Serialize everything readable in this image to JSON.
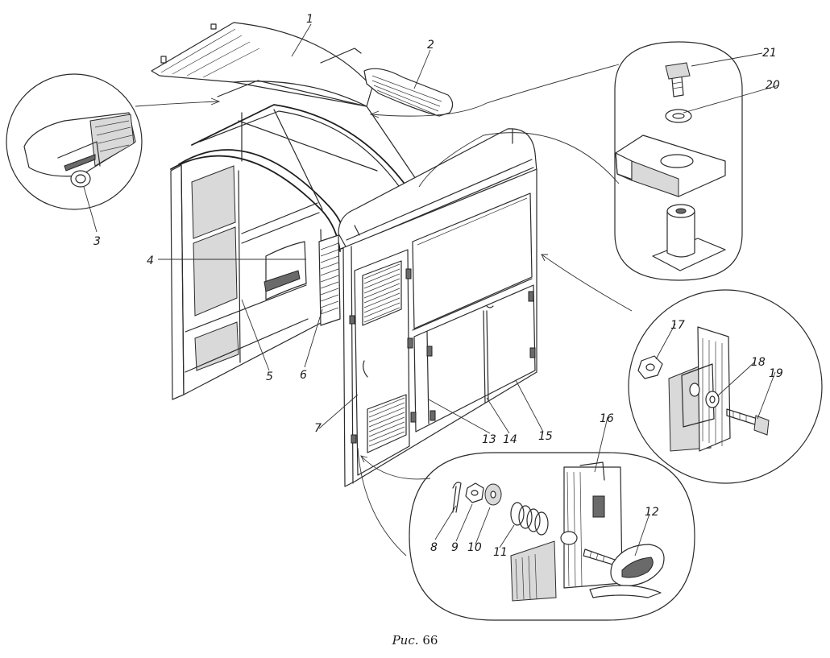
{
  "figure": {
    "caption_label": "Рис.",
    "caption_number": "66",
    "callouts": {
      "c1": "1",
      "c2": "2",
      "c3": "3",
      "c4": "4",
      "c5": "5",
      "c6": "6",
      "c7": "7",
      "c8": "8",
      "c9": "9",
      "c10": "10",
      "c11": "11",
      "c12": "12",
      "c13": "13",
      "c14": "14",
      "c15": "15",
      "c16": "16",
      "c17": "17",
      "c18": "18",
      "c19": "19",
      "c20": "20",
      "c21": "21"
    }
  }
}
